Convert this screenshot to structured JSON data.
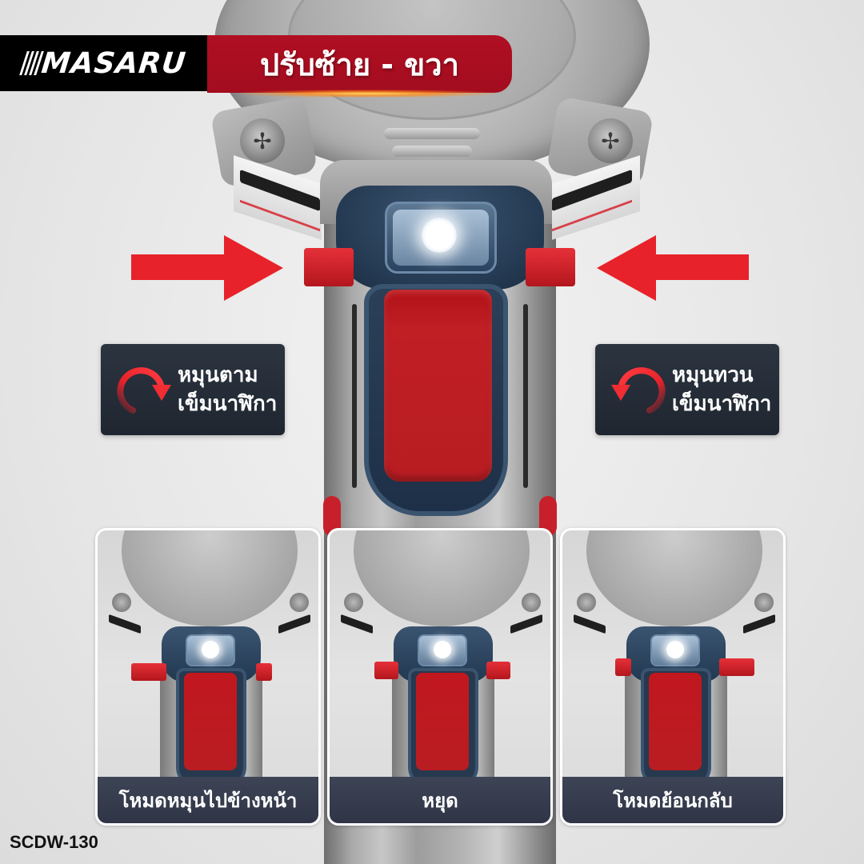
{
  "brand": {
    "logo_text": "MASARU",
    "colors": {
      "black": "#000000",
      "red": "#A60D20",
      "dark_card": "#252D38",
      "caption_bg": "#363C4E"
    }
  },
  "banner": {
    "title": "ปรับซ้าย - ขวา"
  },
  "direction_labels": [
    {
      "icon": "clockwise-arrow-icon",
      "line1": "หมุนตาม",
      "line2": "เข็มนาฬิกา"
    },
    {
      "icon": "counterclockwise-arrow-icon",
      "line1": "หมุนทวน",
      "line2": "เข็มนาฬิกา"
    }
  ],
  "pointer_arrows": [
    {
      "icon": "arrow-right-icon",
      "color": "#E8222A"
    },
    {
      "icon": "arrow-left-icon",
      "color": "#E8222A"
    }
  ],
  "modes": [
    {
      "label": "โหมดหมุนไปข้างหน้า",
      "switch_position": "left-pressed"
    },
    {
      "label": "หยุด",
      "switch_position": "center"
    },
    {
      "label": "โหมดย้อนกลับ",
      "switch_position": "right-pressed"
    }
  ],
  "product": {
    "model": "SCDW-130"
  }
}
